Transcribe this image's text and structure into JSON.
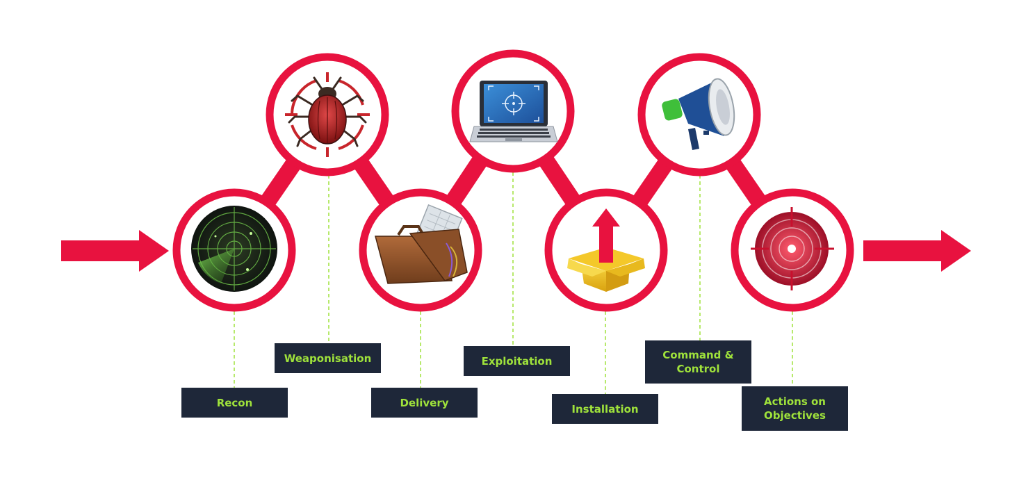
{
  "diagram": {
    "colors": {
      "accent": "#e8123f",
      "label_bg": "#1e2739",
      "label_text": "#9fe23b",
      "connector": "#9fe23b"
    },
    "stages": [
      {
        "id": "recon",
        "label_lines": [
          "Recon"
        ],
        "icon": "radar-icon"
      },
      {
        "id": "weaponisation",
        "label_lines": [
          "Weaponisation"
        ],
        "icon": "bug-target-icon"
      },
      {
        "id": "delivery",
        "label_lines": [
          "Delivery"
        ],
        "icon": "briefcase-icon"
      },
      {
        "id": "exploitation",
        "label_lines": [
          "Exploitation"
        ],
        "icon": "laptop-target-icon"
      },
      {
        "id": "installation",
        "label_lines": [
          "Installation"
        ],
        "icon": "box-upload-icon"
      },
      {
        "id": "command-control",
        "label_lines": [
          "Command &",
          "Control"
        ],
        "icon": "megaphone-icon"
      },
      {
        "id": "actions-objectives",
        "label_lines": [
          "Actions on",
          "Objectives"
        ],
        "icon": "crosshair-target-icon"
      }
    ]
  }
}
